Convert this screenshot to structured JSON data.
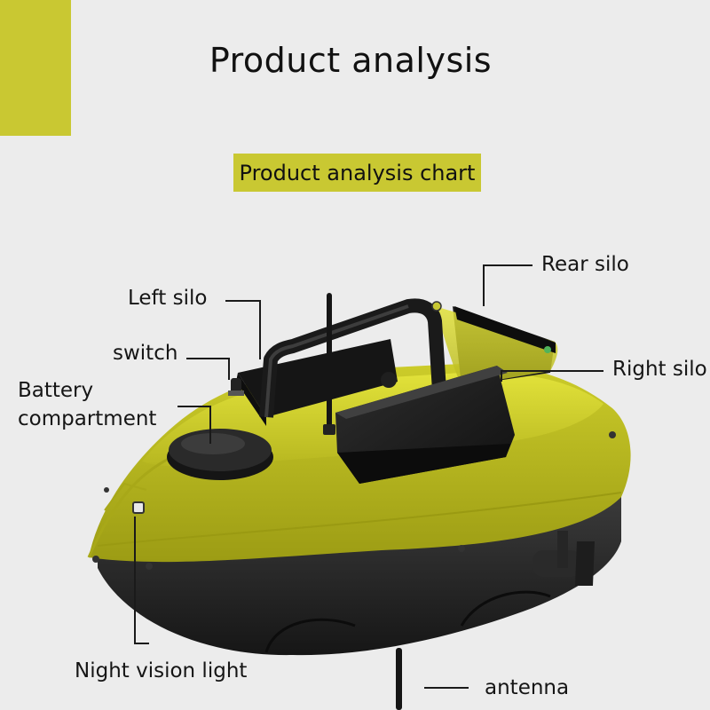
{
  "header": {
    "title": "Product analysis",
    "badge": "Product analysis chart"
  },
  "callouts": {
    "rear_silo": "Rear silo",
    "left_silo": "Left silo",
    "right_silo": "Right silo",
    "switch": "switch",
    "battery_line1": "Battery",
    "battery_line2": "compartment",
    "night_light": "Night vision light",
    "antenna": "antenna"
  },
  "colors": {
    "accent": "#c9c832",
    "hull_yellow": "#d0d02c",
    "hull_black": "#232323",
    "background": "#ececec"
  }
}
